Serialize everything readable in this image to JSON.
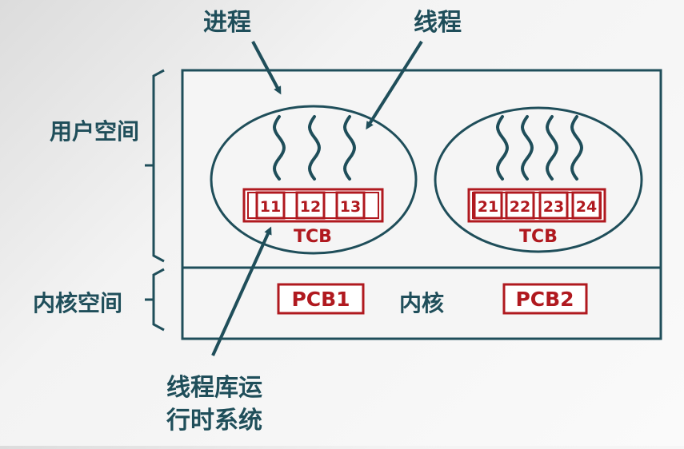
{
  "labels": {
    "process": "进程",
    "thread": "线程",
    "user_space": "用户空间",
    "kernel_space": "内核空间",
    "kernel": "内核",
    "runtime_line1": "线程库运",
    "runtime_line2": "行时系统"
  },
  "process1": {
    "tcb_label": "TCB",
    "threads": [
      "11",
      "12",
      "13"
    ]
  },
  "process2": {
    "tcb_label": "TCB",
    "threads": [
      "21",
      "22",
      "23",
      "24"
    ]
  },
  "pcbs": [
    "PCB1",
    "PCB2"
  ],
  "colors": {
    "teal": "#1f4e5a",
    "red": "#b0191f",
    "box_fill": "#f5f5f5"
  }
}
